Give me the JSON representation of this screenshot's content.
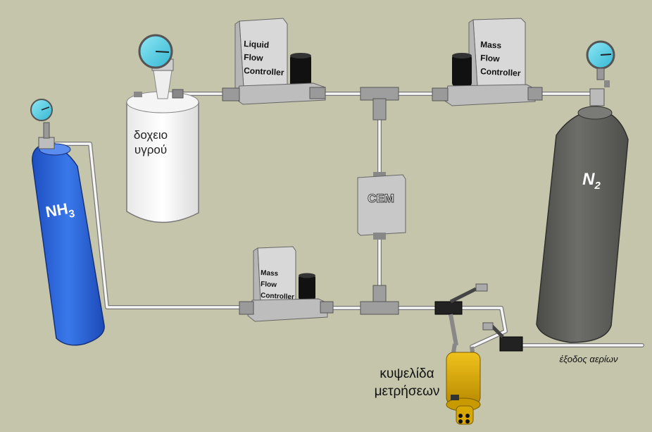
{
  "bottles": {
    "nh3": {
      "label": "NH",
      "sub": "3",
      "color": "#2f67d9"
    },
    "n2": {
      "label": "N",
      "sub": "2",
      "color": "#5f5f5b"
    },
    "liquid": {
      "line1": "δοχειο",
      "line2": "υγρού"
    }
  },
  "controllers": {
    "liquid": {
      "line1": "Liquid",
      "line2": "Flow",
      "line3": "Controller"
    },
    "mass_top": {
      "line1": "Mass",
      "line2": "Flow",
      "line3": "Controller"
    },
    "mass_bottom": {
      "line1": "Mass",
      "line2": "Flow",
      "line3": "Controller"
    }
  },
  "cem": {
    "label": "CEM"
  },
  "cell": {
    "line1": "κυψελίδα",
    "line2": "μετρήσεων",
    "color": "#d9a800"
  },
  "exhaust": {
    "label": "έξοδος αερίων"
  }
}
